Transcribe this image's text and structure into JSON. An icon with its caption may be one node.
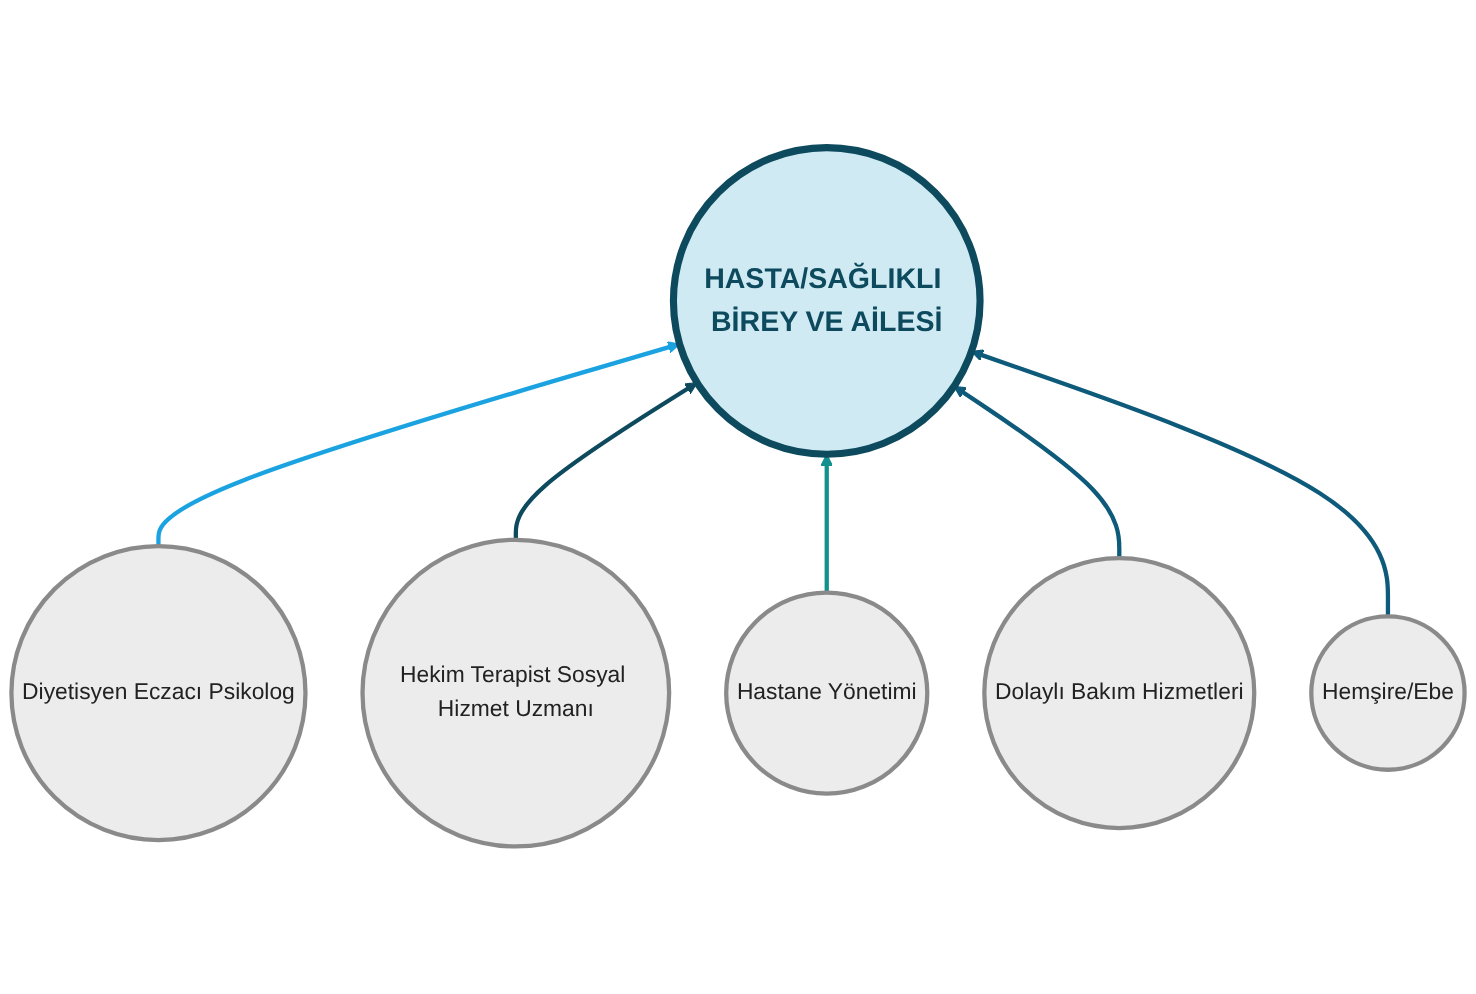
{
  "diagram": {
    "nodes": [
      {
        "text": [
          "HASTA/SAĞLIKLI BİREY VE AİLESİ"
        ]
      },
      {
        "text": [
          "Diyetisyen Eczacı Psikolog"
        ]
      },
      {
        "text": [
          "Hekim Terapist Sosyal Hizmet Uzmanı"
        ]
      },
      {
        "text": [
          "Hastane Yönetimi"
        ]
      },
      {
        "text": [
          "Dolaylı Bakım Hizmetleri"
        ]
      },
      {
        "text": [
          "Hemşire/Ebe"
        ]
      }
    ],
    "edges": [
      {
        "from": 1,
        "to": 0,
        "arrow": "to",
        "color": "#1aa3e0"
      },
      {
        "from": 2,
        "to": 0,
        "arrow": "to",
        "color": "#0d4a5e"
      },
      {
        "from": 3,
        "to": 0,
        "arrow": "to",
        "color": "#12908e"
      },
      {
        "from": 4,
        "to": 0,
        "arrow": "to",
        "color": "#0e5a7a"
      },
      {
        "from": 5,
        "to": 0,
        "arrow": "to",
        "color": "#0e5a7a"
      }
    ]
  }
}
